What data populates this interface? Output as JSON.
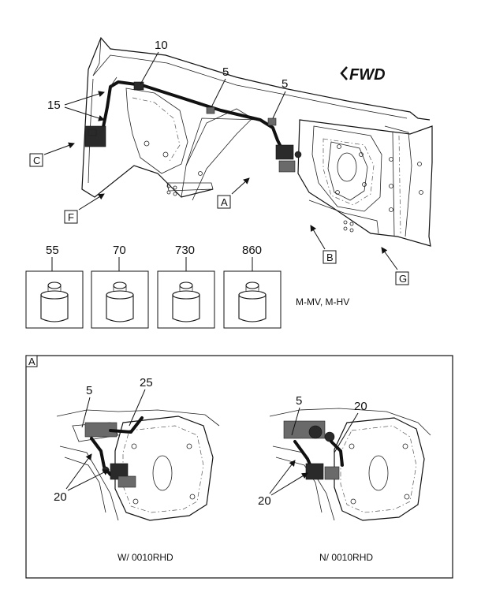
{
  "main_view": {
    "forward_marker": "FWD",
    "callouts": {
      "c10": "10",
      "c5a": "5",
      "c5b": "5",
      "c15": "15"
    },
    "view_labels": {
      "a": "A",
      "b": "B",
      "c": "C",
      "f": "F",
      "g": "G"
    }
  },
  "consumables": [
    {
      "number": "55"
    },
    {
      "number": "70"
    },
    {
      "number": "730"
    },
    {
      "number": "860"
    }
  ],
  "applicability": "M-MV, M-HV",
  "detail_a": {
    "label": "A",
    "left": {
      "callouts": {
        "c5": "5",
        "c25": "25",
        "c20": "20"
      },
      "caption": "W/ 0010RHD"
    },
    "right": {
      "callouts": {
        "c5": "5",
        "c20a": "20",
        "c20b": "20"
      },
      "caption": "N/ 0010RHD"
    }
  }
}
